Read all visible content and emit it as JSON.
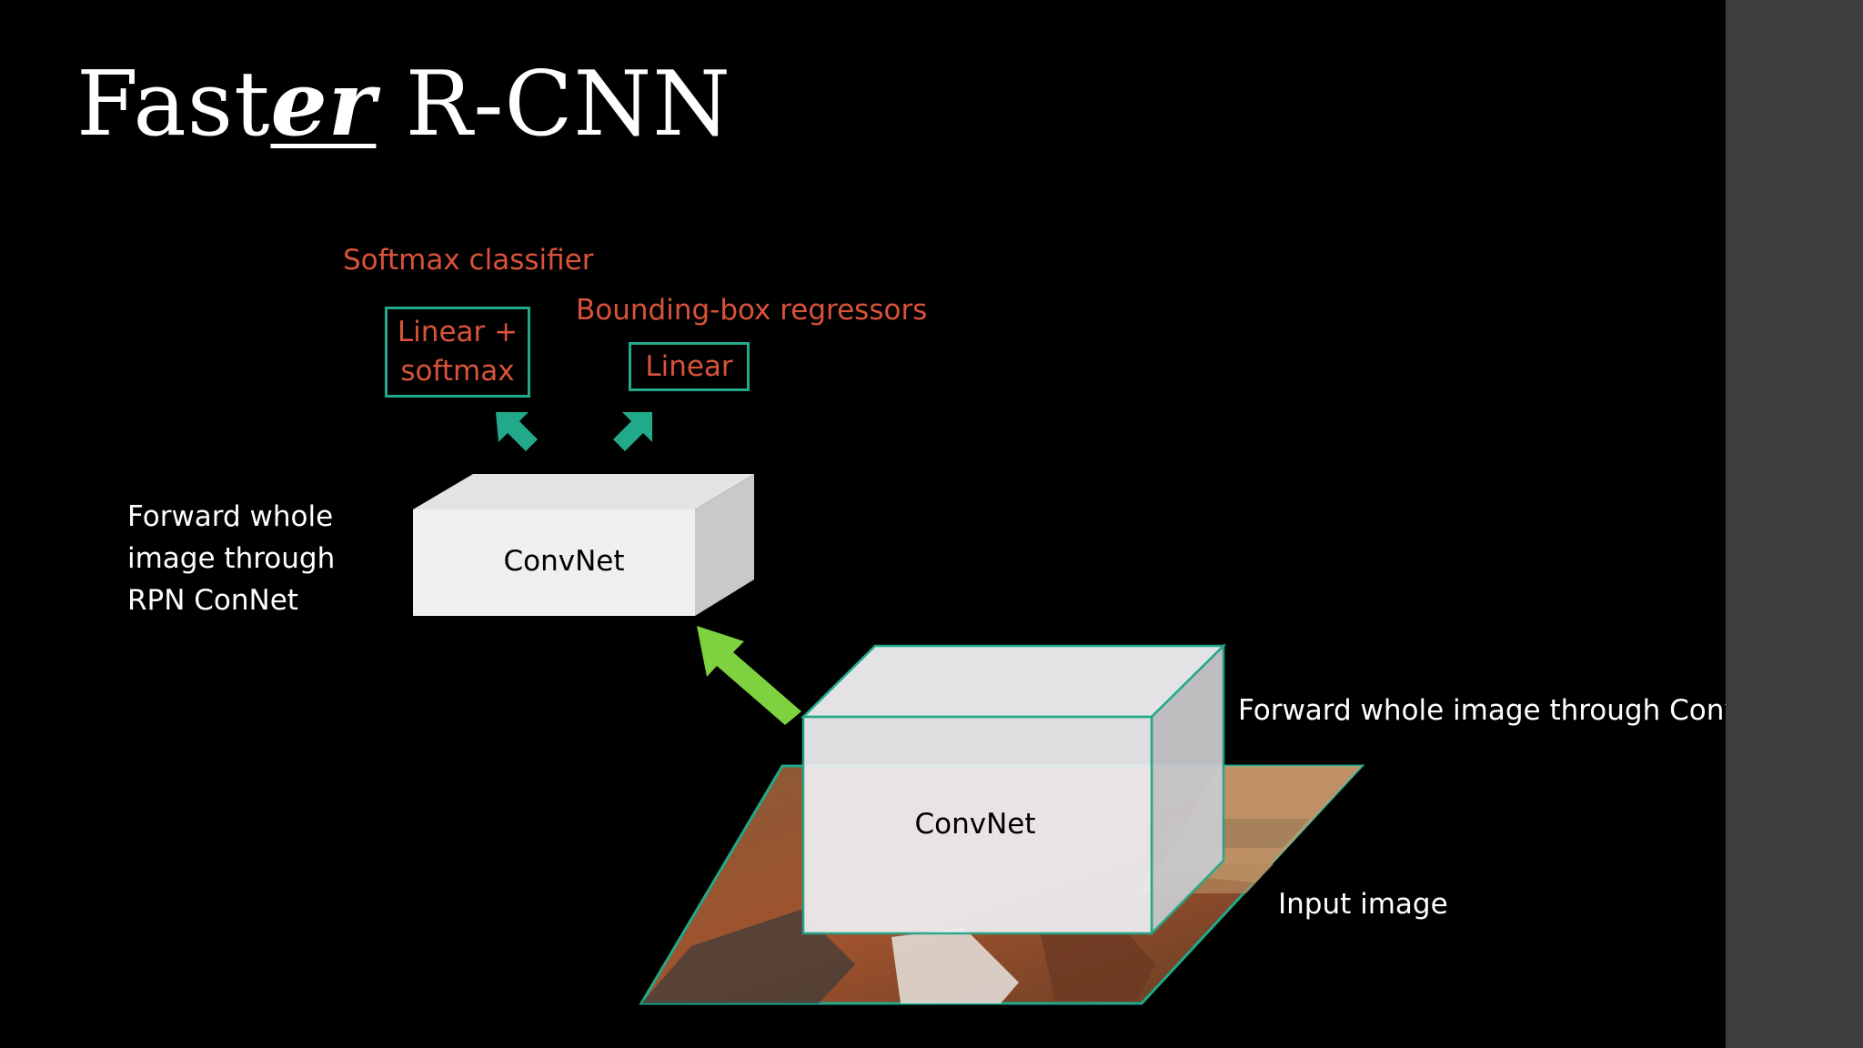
{
  "title": {
    "prefix": "Fast",
    "emphasis": "er",
    "suffix": " R-CNN"
  },
  "labels": {
    "softmax_classifier": "Softmax classifier",
    "bbox_regressors": "Bounding-box  regressors",
    "linear_softmax_line1": "Linear +",
    "linear_softmax_line2": "softmax",
    "linear": "Linear",
    "rpn_desc_line1": "Forward whole",
    "rpn_desc_line2": "image through",
    "rpn_desc_line3": "RPN ConNet",
    "convnet_small": "ConvNet",
    "convnet_large": "ConvNet",
    "forward_convnet": "Forward whole image through  ConvNet",
    "input_image": "Input image"
  },
  "colors": {
    "background": "#000000",
    "side_panel": "#3d3d3d",
    "title_text": "#ffffff",
    "accent_red": "#d9533a",
    "box_border": "#21a98a",
    "arrow_teal": "#21a98a",
    "arrow_green": "#7fd23f",
    "cube_face": "#efeff1",
    "cube_side": "#c9c9cc",
    "cube_top": "#e3e3e6"
  }
}
